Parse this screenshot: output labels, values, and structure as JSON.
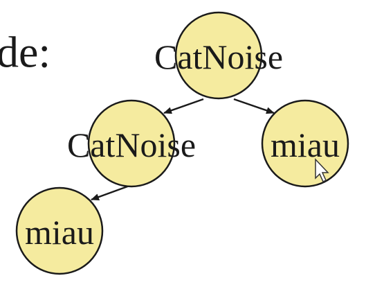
{
  "heading": {
    "fragment": "de:"
  },
  "tree": {
    "root": {
      "label": "CatNoise",
      "left": {
        "label": "CatNoise",
        "left": {
          "label": "miau"
        }
      },
      "right": {
        "label": "miau"
      }
    }
  },
  "colors": {
    "node_fill": "#f5eb9f",
    "outline": "#1a1a1a",
    "text": "#1a1a1a"
  },
  "cursor": {
    "icon": "mouse-pointer-icon"
  }
}
